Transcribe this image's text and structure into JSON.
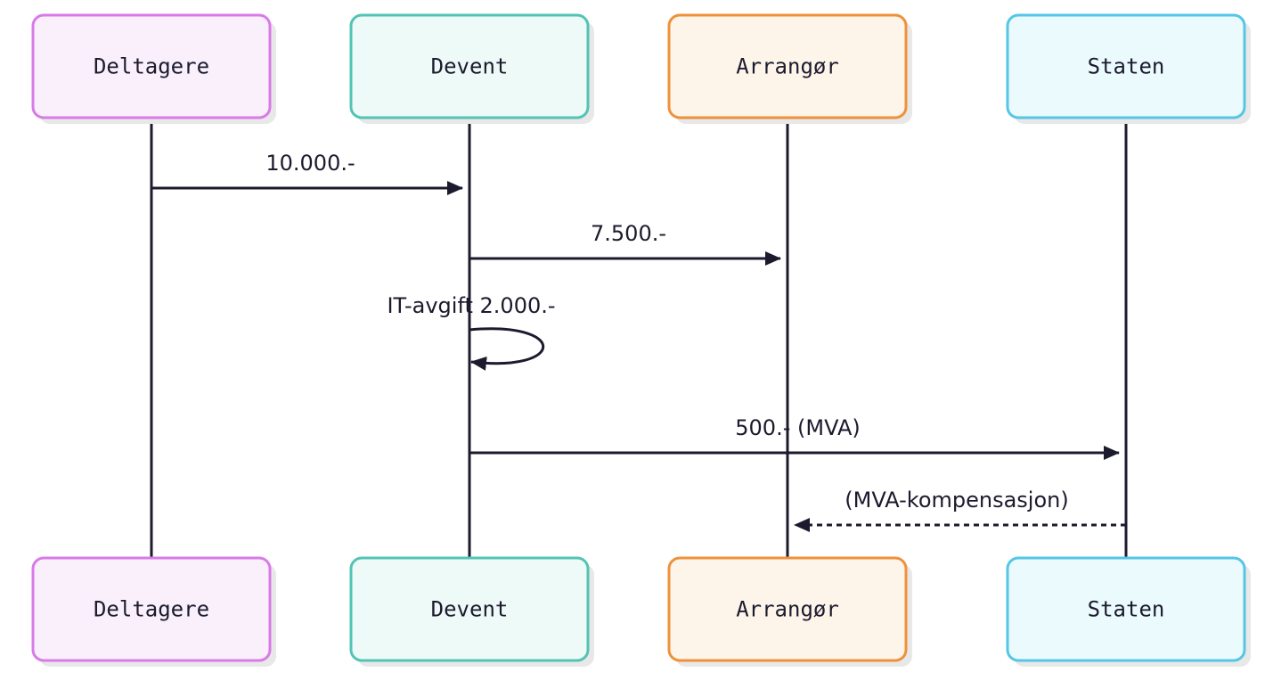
{
  "diagram": {
    "type": "sequence",
    "actors": [
      {
        "id": "deltagere",
        "label": "Deltagere",
        "border": "#d97ae8",
        "fill": "#f9f0fc"
      },
      {
        "id": "devent",
        "label": "Devent",
        "border": "#52c4b3",
        "fill": "#eefaf8"
      },
      {
        "id": "arrangor",
        "label": "Arrangør",
        "border": "#ef913a",
        "fill": "#fdf5ea"
      },
      {
        "id": "staten",
        "label": "Staten",
        "border": "#55c6e6",
        "fill": "#eafafd"
      }
    ],
    "messages": [
      {
        "from": "deltagere",
        "to": "devent",
        "label": "10.000.-",
        "style": "solid"
      },
      {
        "from": "devent",
        "to": "arrangor",
        "label": "7.500.-",
        "style": "solid"
      },
      {
        "from": "devent",
        "to": "devent",
        "label": "IT-avgift 2.000.-",
        "style": "solid"
      },
      {
        "from": "devent",
        "to": "staten",
        "label": "500.- (MVA)",
        "style": "solid"
      },
      {
        "from": "staten",
        "to": "arrangor",
        "label": "(MVA-kompensasjon)",
        "style": "dashed"
      }
    ],
    "line_color": "#1c1b2e"
  }
}
